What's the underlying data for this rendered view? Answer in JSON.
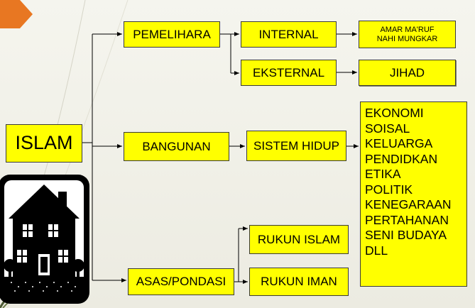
{
  "colors": {
    "box_fill": "#ffff00",
    "box_border": "#3a3a3a",
    "accent_tab": "#e87722",
    "background": "#f3f2ea",
    "connector": "#000000"
  },
  "diagram": {
    "root": "ISLAM",
    "branches": {
      "pemelihara": "PEMELIHARA",
      "bangunan": "BANGUNAN",
      "asas": "ASAS/PONDASI"
    },
    "pemelihara_children": {
      "internal": "INTERNAL",
      "eksternal": "EKSTERNAL"
    },
    "outcomes": {
      "amar": "AMAR MA'RUF\nNAHI MUNGKAR",
      "jihad": "JIHAD"
    },
    "bangunan_child": "SISTEM HIDUP",
    "sistem_hidup_items": [
      "EKONOMI",
      "SOISAL",
      "KELUARGA",
      "PENDIDKAN",
      "ETIKA",
      "POLITIK",
      "KENEGARAAN",
      "PERTAHANAN",
      "SENI BUDAYA",
      "DLL"
    ],
    "asas_children": {
      "rukun_islam": "RUKUN ISLAM",
      "rukun_iman": "RUKUN IMAN"
    }
  },
  "icons": {
    "house": "house-icon",
    "corner_tab": "orange-tab-decoration"
  }
}
